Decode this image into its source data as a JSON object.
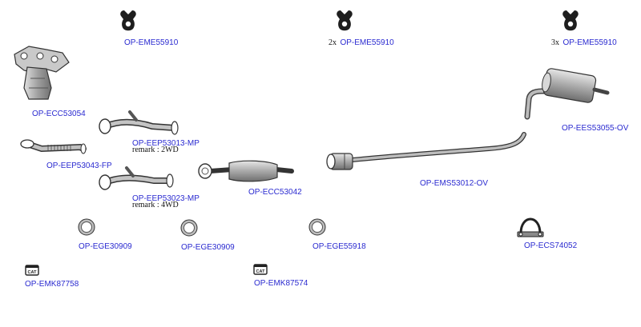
{
  "parts": {
    "mount1": {
      "code": "OP-EME55910",
      "qty": "",
      "icon": "rubber-mount-icon"
    },
    "mount2": {
      "code": "OP-EME55910",
      "qty": "2x",
      "icon": "rubber-mount-icon"
    },
    "mount3": {
      "code": "OP-EME55910",
      "qty": "3x",
      "icon": "rubber-mount-icon"
    },
    "manifold_cat": {
      "code": "OP-ECC53054",
      "icon": "exhaust-manifold-catalyst-icon"
    },
    "rear_silencer": {
      "code": "OP-EES53055-OV",
      "icon": "rear-silencer-icon"
    },
    "pipe_2wd": {
      "code": "OP-EEP53013-MP",
      "remark": "remark : 2WD",
      "icon": "front-pipe-icon"
    },
    "flex_pipe": {
      "code": "OP-EEP53043-FP",
      "icon": "flex-pipe-icon"
    },
    "pipe_4wd": {
      "code": "OP-EEP53023-MP",
      "remark": "remark : 4WD",
      "icon": "front-pipe-icon"
    },
    "catalyst": {
      "code": "OP-ECC53042",
      "icon": "catalytic-converter-icon"
    },
    "middle_silencer": {
      "code": "OP-EMS53012-OV",
      "icon": "middle-pipe-icon"
    },
    "gasket1": {
      "code": "OP-EGE30909",
      "icon": "gasket-ring-icon"
    },
    "gasket2": {
      "code": "OP-EGE30909",
      "icon": "gasket-ring-icon"
    },
    "gasket3": {
      "code": "OP-EGE55918",
      "icon": "gasket-ring-icon"
    },
    "clamp": {
      "code": "OP-ECS74052",
      "icon": "clamp-icon"
    },
    "kit1": {
      "code": "OP-EMK87758",
      "icon": "mounting-kit-icon"
    },
    "kit2": {
      "code": "OP-EMK87574",
      "icon": "mounting-kit-icon"
    }
  },
  "colors": {
    "code_text": "#2a2ad0",
    "line": "#222222",
    "metal": "#9a9a9a"
  }
}
